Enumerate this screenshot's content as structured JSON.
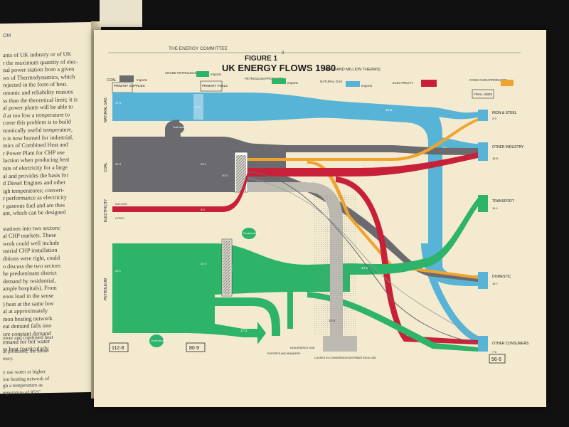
{
  "left_page": {
    "header": "OM",
    "lines": [
      "ants of UK industry or of UK",
      "r the maximum quantity of elec-",
      "nal power station from a given",
      "ws of Thermodynamics, which",
      "rejected in the form of heat.",
      "onomic and reliability reasons",
      "ss than the theoretical limit; it is",
      "al power plants will be able to",
      "d at too low a temperature to",
      "come this problem is to build",
      "nomically useful temperature,",
      "n is now burned for industrial,",
      "mics of Combined Heat and",
      "r Power Plant for CHP use",
      "luction when producing heat",
      "nits of electricity for a large",
      "al and provides the basis for",
      "d Diesel Engines and other",
      "igh temperatures; convert-",
      "r performance as electricity",
      "r gaseous fuel and are thus",
      "ant, which can be designed",
      "",
      "stations into two sectors:",
      "al CHP markets. These",
      "work could well include",
      "ustrial CHP installation",
      "ditions were right, could",
      "o discuss the two sectors",
      "he predominant district",
      "demand by residential,",
      "ample hospitals). From",
      "eous load in the sense",
      ") heat at the same low",
      "al at approximately",
      "mon heating network",
      "eat demand falls into",
      "ore constant demand",
      "emand for hot water",
      "ss heat (particularly"
    ],
    "footnote_lines": [
      "ower and combined heat",
      "",
      "at produced; the hotter",
      "ency.",
      "",
      "y use water at higher",
      "ion heating network of",
      "gh a temperature as",
      "mperature of 95°C."
    ]
  },
  "right_page": {
    "header": "THE ENERGY COMMITTEE",
    "page_number": "3"
  },
  "figure": {
    "label": "FIGURE 1",
    "title": "UK ENERGY FLOWS 1980",
    "units": "(THOUSAND MILLION THERMS)",
    "legend": [
      {
        "key": "coal",
        "label": "COAL",
        "color": "#6b6b6f"
      },
      {
        "key": "coal_imports",
        "label": "Imports",
        "color": "#6b6b6f"
      },
      {
        "key": "crude",
        "label": "CRUDE PETROLEUM",
        "color": "#2db36a"
      },
      {
        "key": "crude_imports",
        "label": "Imports",
        "color": "#2db36a"
      },
      {
        "key": "products",
        "label": "PETROLEUM PRODUCTS",
        "color": "#2db36a"
      },
      {
        "key": "products_imports",
        "label": "Imports",
        "color": "#2db36a"
      },
      {
        "key": "gas",
        "label": "NATURAL GAS",
        "color": "#58b4d6"
      },
      {
        "key": "gas_imports",
        "label": "Imports",
        "color": "#58b4d6"
      },
      {
        "key": "electricity",
        "label": "ELECTRICITY",
        "color": "#c9203a"
      },
      {
        "key": "coke",
        "label": "COKE OVEN PRODUCTS",
        "color": "#f0a430"
      }
    ],
    "stage_labels": {
      "primary_supplies": "PRIMARY SUPPLIES",
      "primary_fuels": "PRIMARY FUELS",
      "final_uses": "FINAL USES"
    },
    "source_labels": {
      "natural_gas": "NATURAL GAS",
      "coal": "COAL",
      "electricity": "ELECTRICITY",
      "petroleum": "PETROLEUM"
    },
    "sink_labels": {
      "iron_steel": "IRON & STEEL",
      "iron_steel_value": "2·9",
      "other_industry": "OTHER INDUSTRY",
      "other_industry_value": "16·5",
      "transport": "TRANSPORT",
      "transport_value": "14·1",
      "domestic": "DOMESTIC",
      "domestic_value": "16·7",
      "other_consumers": "OTHER CONSUMERS",
      "other_consumers_value": "7·5"
    },
    "bottom_labels": {
      "exports": "EXPORTS AND BUNKERS",
      "non_energy": "NON-ENERGY USE",
      "losses": "LOSSES IN CONVERSION DISTRIBUTION & USE",
      "coal_stocks": "Coal stocks",
      "product_stocks": "Product stocks",
      "crude_stocks": "Crude stocks",
      "nuclear": "NUCLEAR",
      "hydro": "HYDRO"
    },
    "totals": {
      "primary_supplies": "112·8",
      "primary_fuels": "80·9",
      "final_uses": "56·6"
    },
    "flow_values": {
      "gas_supply": "17·3",
      "gas_primary": "17·4",
      "gas_to_sinks": "15·8",
      "coal_supply": "30·3",
      "coal_primary": "28·1",
      "coal_to_power": "20·3",
      "elec_supply": "3·5",
      "petroleum_supply": "29·1",
      "petroleum_primary": "24·3",
      "products_flow": "24·9",
      "exports_flow": "17·3",
      "losses_flow": "24·6",
      "power_out": "6·5"
    }
  }
}
